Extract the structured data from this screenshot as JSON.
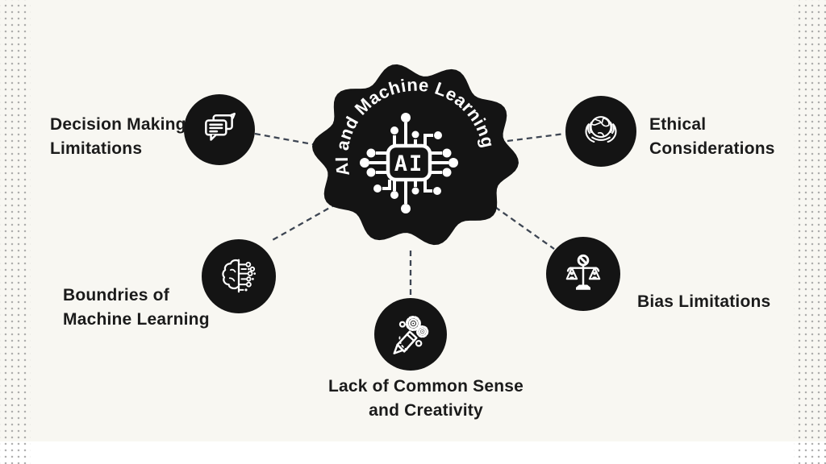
{
  "canvas": {
    "background_color": "#f8f7f2",
    "bottom_strip_color": "#ffffff",
    "dot_pattern_color": "#9c9c9c",
    "text_color": "#1b1b1b"
  },
  "center": {
    "title": "AI and Machine Learning",
    "chip_label": "AI",
    "icon": "ai-chip-icon",
    "color": "#141414",
    "title_color": "#ffffff"
  },
  "connectors": {
    "color": "#3e4653",
    "style": "dashed"
  },
  "nodes": [
    {
      "id": "decision-making-limitations",
      "icon": "chat-bubbles-icon",
      "position": "top-left",
      "label_lines": [
        "Decision Making",
        "Limitations"
      ]
    },
    {
      "id": "ethical-considerations",
      "icon": "globe-in-hands-icon",
      "position": "top-right",
      "label_lines": [
        "Ethical",
        "Considerations"
      ]
    },
    {
      "id": "boundries-of-machine-learning",
      "icon": "brain-circuit-icon",
      "position": "middle-left",
      "label_lines": [
        "Boundries of",
        "Machine Learning"
      ]
    },
    {
      "id": "bias-limitations",
      "icon": "balance-scale-icon",
      "position": "middle-right",
      "label_lines": [
        "Bias Limitations"
      ]
    },
    {
      "id": "lack-of-common-sense",
      "icon": "pencil-gears-icon",
      "position": "bottom-center",
      "label_lines": [
        "Lack of Common Sense",
        "and Creativity"
      ]
    }
  ]
}
